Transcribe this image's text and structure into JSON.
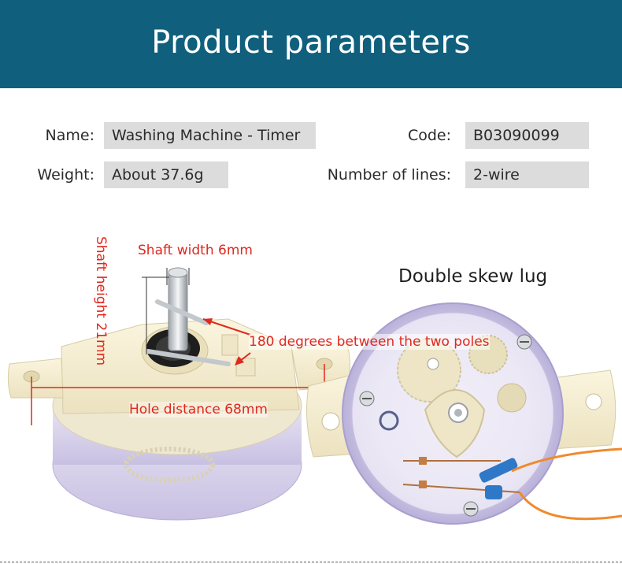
{
  "header": {
    "title": "Product parameters"
  },
  "params": {
    "name_label": "Name:",
    "name_value": "Washing Machine - Timer",
    "code_label": "Code:",
    "code_value": "B03090099",
    "weight_label": "Weight:",
    "weight_value": "About 37.6g",
    "lines_label": "Number of lines:",
    "lines_value": "2-wire"
  },
  "annotations": {
    "shaft_width": "Shaft width 6mm",
    "shaft_height": "Shaft height 21mm",
    "poles": "180 degrees between the two poles",
    "hole_distance": "Hole distance 68mm",
    "lug": "Double skew lug"
  },
  "colors": {
    "banner": "#105f7d",
    "annotation": "#e0281e",
    "value_box": "#dcdcdc"
  }
}
